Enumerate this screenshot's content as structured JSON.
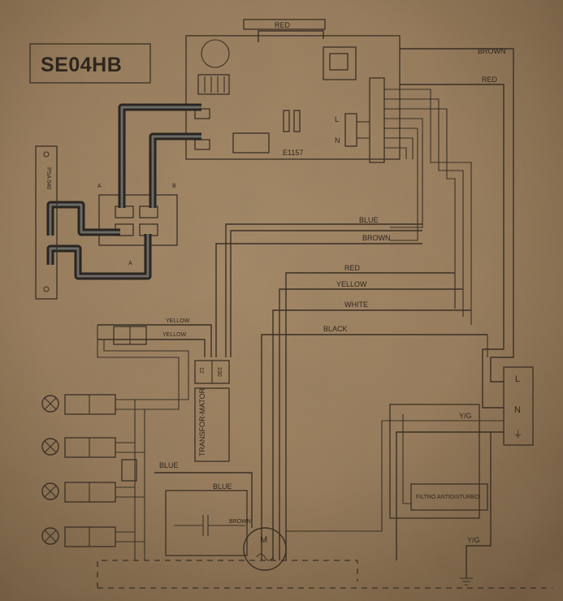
{
  "diagram": {
    "model_code": "SE04HB",
    "board_code": "E1157",
    "switch_label": "PSA 040",
    "transformer_label": "TRANSFOR-MATOR",
    "filter_label": "FILTRO ANTIDISTURBO",
    "motor_label": "M",
    "top_wire": "RED",
    "wires_right": [
      "BROWN",
      "RED"
    ],
    "board_inputs": [
      "L",
      "N"
    ],
    "harness_upper": [
      "BLUE",
      "BROWN"
    ],
    "harness_lower": [
      "RED",
      "YELLOW",
      "WHITE",
      "BLACK"
    ],
    "lamp_wires": [
      "YELLOW",
      "YELLOW"
    ],
    "transformer_pins": [
      "12",
      "230"
    ],
    "motor_wires": [
      "BLUE",
      "BLUE",
      "BROWN"
    ],
    "earth_labels": [
      "Y/G",
      "Y/G"
    ],
    "terminal_labels": [
      "L",
      "N",
      "⏚"
    ],
    "switch_pins": [
      "A",
      "B",
      "A"
    ]
  }
}
